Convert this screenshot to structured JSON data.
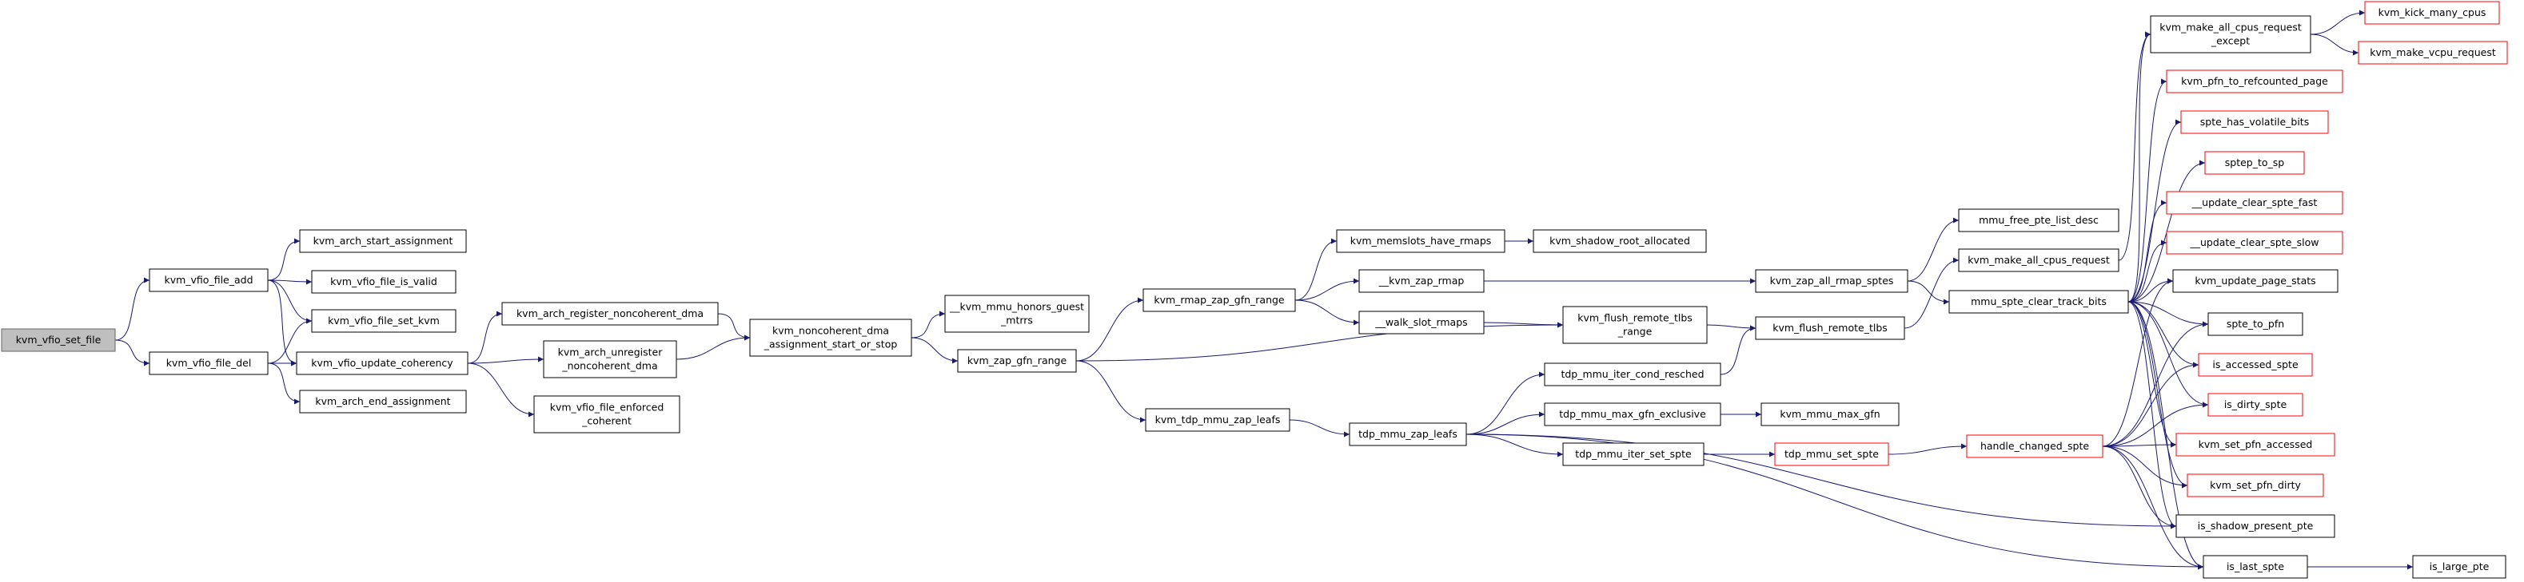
{
  "graph": {
    "root": "kvm_vfio_set_file",
    "nodes": [
      {
        "id": "root",
        "lines": [
          "kvm_vfio_set_file"
        ],
        "style": "root"
      },
      {
        "id": "file_add",
        "lines": [
          "kvm_vfio_file_add"
        ],
        "style": "normal"
      },
      {
        "id": "file_del",
        "lines": [
          "kvm_vfio_file_del"
        ],
        "style": "normal"
      },
      {
        "id": "arch_start",
        "lines": [
          "kvm_arch_start_assignment"
        ],
        "style": "normal"
      },
      {
        "id": "is_valid",
        "lines": [
          "kvm_vfio_file_is_valid"
        ],
        "style": "normal"
      },
      {
        "id": "set_kvm",
        "lines": [
          "kvm_vfio_file_set_kvm"
        ],
        "style": "normal"
      },
      {
        "id": "upd_coh",
        "lines": [
          "kvm_vfio_update_coherency"
        ],
        "style": "normal"
      },
      {
        "id": "arch_end",
        "lines": [
          "kvm_arch_end_assignment"
        ],
        "style": "normal"
      },
      {
        "id": "reg_nc",
        "lines": [
          "kvm_arch_register_noncoherent_dma"
        ],
        "style": "normal"
      },
      {
        "id": "unreg_nc",
        "lines": [
          "kvm_arch_unregister",
          "_noncoherent_dma"
        ],
        "style": "normal"
      },
      {
        "id": "enf_coh",
        "lines": [
          "kvm_vfio_file_enforced",
          "_coherent"
        ],
        "style": "normal"
      },
      {
        "id": "nc_dma",
        "lines": [
          "kvm_noncoherent_dma",
          "_assignment_start_or_stop"
        ],
        "style": "normal"
      },
      {
        "id": "honors",
        "lines": [
          "__kvm_mmu_honors_guest",
          "_mtrrs"
        ],
        "style": "normal"
      },
      {
        "id": "zap_gfn",
        "lines": [
          "kvm_zap_gfn_range"
        ],
        "style": "normal"
      },
      {
        "id": "rmap_zap",
        "lines": [
          "kvm_rmap_zap_gfn_range"
        ],
        "style": "normal"
      },
      {
        "id": "tdp_zap",
        "lines": [
          "kvm_tdp_mmu_zap_leafs"
        ],
        "style": "normal"
      },
      {
        "id": "memslots",
        "lines": [
          "kvm_memslots_have_rmaps"
        ],
        "style": "normal"
      },
      {
        "id": "zap_rmap",
        "lines": [
          "__kvm_zap_rmap"
        ],
        "style": "normal"
      },
      {
        "id": "walk_slot",
        "lines": [
          "__walk_slot_rmaps"
        ],
        "style": "normal"
      },
      {
        "id": "shadow_root",
        "lines": [
          "kvm_shadow_root_allocated"
        ],
        "style": "normal"
      },
      {
        "id": "flush_range",
        "lines": [
          "kvm_flush_remote_tlbs",
          "_range"
        ],
        "style": "normal"
      },
      {
        "id": "tdp_zap2",
        "lines": [
          "tdp_mmu_zap_leafs"
        ],
        "style": "normal"
      },
      {
        "id": "iter_cond",
        "lines": [
          "tdp_mmu_iter_cond_resched"
        ],
        "style": "normal"
      },
      {
        "id": "max_gfn_ex",
        "lines": [
          "tdp_mmu_max_gfn_exclusive"
        ],
        "style": "normal"
      },
      {
        "id": "iter_set",
        "lines": [
          "tdp_mmu_iter_set_spte"
        ],
        "style": "normal"
      },
      {
        "id": "zap_all_rmap",
        "lines": [
          "kvm_zap_all_rmap_sptes"
        ],
        "style": "normal"
      },
      {
        "id": "flush_tlbs",
        "lines": [
          "kvm_flush_remote_tlbs"
        ],
        "style": "normal"
      },
      {
        "id": "max_gfn",
        "lines": [
          "kvm_mmu_max_gfn"
        ],
        "style": "normal"
      },
      {
        "id": "set_spte",
        "lines": [
          "tdp_mmu_set_spte"
        ],
        "style": "red"
      },
      {
        "id": "free_pte",
        "lines": [
          "mmu_free_pte_list_desc"
        ],
        "style": "normal"
      },
      {
        "id": "all_cpus",
        "lines": [
          "kvm_make_all_cpus_request"
        ],
        "style": "normal"
      },
      {
        "id": "clear_track",
        "lines": [
          "mmu_spte_clear_track_bits"
        ],
        "style": "normal"
      },
      {
        "id": "handle_changed",
        "lines": [
          "handle_changed_spte"
        ],
        "style": "red"
      },
      {
        "id": "all_cpus_ex",
        "lines": [
          "kvm_make_all_cpus_request",
          "_except"
        ],
        "style": "normal"
      },
      {
        "id": "pfn_ref",
        "lines": [
          "kvm_pfn_to_refcounted_page"
        ],
        "style": "red"
      },
      {
        "id": "volatile",
        "lines": [
          "spte_has_volatile_bits"
        ],
        "style": "red"
      },
      {
        "id": "sptep_sp",
        "lines": [
          "sptep_to_sp"
        ],
        "style": "red"
      },
      {
        "id": "upd_fast",
        "lines": [
          "__update_clear_spte_fast"
        ],
        "style": "red"
      },
      {
        "id": "upd_slow",
        "lines": [
          "__update_clear_spte_slow"
        ],
        "style": "red"
      },
      {
        "id": "page_stats",
        "lines": [
          "kvm_update_page_stats"
        ],
        "style": "normal"
      },
      {
        "id": "to_pfn",
        "lines": [
          "spte_to_pfn"
        ],
        "style": "normal"
      },
      {
        "id": "accessed",
        "lines": [
          "is_accessed_spte"
        ],
        "style": "red"
      },
      {
        "id": "dirty",
        "lines": [
          "is_dirty_spte"
        ],
        "style": "red"
      },
      {
        "id": "pfn_acc",
        "lines": [
          "kvm_set_pfn_accessed"
        ],
        "style": "red"
      },
      {
        "id": "pfn_dirty",
        "lines": [
          "kvm_set_pfn_dirty"
        ],
        "style": "red"
      },
      {
        "id": "present",
        "lines": [
          "is_shadow_present_pte"
        ],
        "style": "normal"
      },
      {
        "id": "last",
        "lines": [
          "is_last_spte"
        ],
        "style": "normal"
      },
      {
        "id": "large",
        "lines": [
          "is_large_pte"
        ],
        "style": "normal"
      },
      {
        "id": "kick",
        "lines": [
          "kvm_kick_many_cpus"
        ],
        "style": "red"
      },
      {
        "id": "vcpu_req",
        "lines": [
          "kvm_make_vcpu_request"
        ],
        "style": "red"
      }
    ],
    "edges": [
      [
        "root",
        "file_add"
      ],
      [
        "root",
        "file_del"
      ],
      [
        "file_add",
        "arch_start"
      ],
      [
        "file_add",
        "is_valid"
      ],
      [
        "file_add",
        "set_kvm"
      ],
      [
        "file_add",
        "upd_coh"
      ],
      [
        "file_del",
        "set_kvm"
      ],
      [
        "file_del",
        "upd_coh"
      ],
      [
        "file_del",
        "arch_end"
      ],
      [
        "upd_coh",
        "reg_nc"
      ],
      [
        "upd_coh",
        "unreg_nc"
      ],
      [
        "upd_coh",
        "enf_coh"
      ],
      [
        "reg_nc",
        "nc_dma"
      ],
      [
        "unreg_nc",
        "nc_dma"
      ],
      [
        "nc_dma",
        "honors"
      ],
      [
        "nc_dma",
        "zap_gfn"
      ],
      [
        "zap_gfn",
        "rmap_zap"
      ],
      [
        "zap_gfn",
        "tdp_zap"
      ],
      [
        "zap_gfn",
        "flush_range"
      ],
      [
        "rmap_zap",
        "memslots"
      ],
      [
        "rmap_zap",
        "zap_rmap"
      ],
      [
        "rmap_zap",
        "walk_slot"
      ],
      [
        "memslots",
        "shadow_root"
      ],
      [
        "walk_slot",
        "flush_range"
      ],
      [
        "zap_rmap",
        "zap_all_rmap"
      ],
      [
        "tdp_zap",
        "tdp_zap2"
      ],
      [
        "tdp_zap2",
        "iter_cond"
      ],
      [
        "tdp_zap2",
        "max_gfn_ex"
      ],
      [
        "tdp_zap2",
        "iter_set"
      ],
      [
        "tdp_zap2",
        "present"
      ],
      [
        "tdp_zap2",
        "last"
      ],
      [
        "flush_range",
        "flush_tlbs"
      ],
      [
        "iter_cond",
        "flush_tlbs"
      ],
      [
        "max_gfn_ex",
        "max_gfn"
      ],
      [
        "iter_set",
        "set_spte"
      ],
      [
        "set_spte",
        "handle_changed"
      ],
      [
        "zap_all_rmap",
        "free_pte"
      ],
      [
        "zap_all_rmap",
        "clear_track"
      ],
      [
        "flush_tlbs",
        "all_cpus"
      ],
      [
        "all_cpus",
        "all_cpus_ex"
      ],
      [
        "all_cpus_ex",
        "kick"
      ],
      [
        "all_cpus_ex",
        "vcpu_req"
      ],
      [
        "clear_track",
        "all_cpus_ex"
      ],
      [
        "clear_track",
        "pfn_ref"
      ],
      [
        "clear_track",
        "volatile"
      ],
      [
        "clear_track",
        "sptep_sp"
      ],
      [
        "clear_track",
        "upd_fast"
      ],
      [
        "clear_track",
        "upd_slow"
      ],
      [
        "clear_track",
        "page_stats"
      ],
      [
        "clear_track",
        "to_pfn"
      ],
      [
        "clear_track",
        "accessed"
      ],
      [
        "clear_track",
        "dirty"
      ],
      [
        "clear_track",
        "pfn_acc"
      ],
      [
        "clear_track",
        "pfn_dirty"
      ],
      [
        "clear_track",
        "present"
      ],
      [
        "clear_track",
        "last"
      ],
      [
        "handle_changed",
        "page_stats"
      ],
      [
        "handle_changed",
        "to_pfn"
      ],
      [
        "handle_changed",
        "accessed"
      ],
      [
        "handle_changed",
        "dirty"
      ],
      [
        "handle_changed",
        "pfn_acc"
      ],
      [
        "handle_changed",
        "pfn_dirty"
      ],
      [
        "handle_changed",
        "present"
      ],
      [
        "handle_changed",
        "last"
      ],
      [
        "last",
        "large"
      ]
    ]
  },
  "colors": {
    "edge": "#191970",
    "border": "#000000",
    "root_border": "#666666",
    "root_fill": "#bfbfbf",
    "node_fill": "#ffffff",
    "red_border": "#ff0000"
  }
}
